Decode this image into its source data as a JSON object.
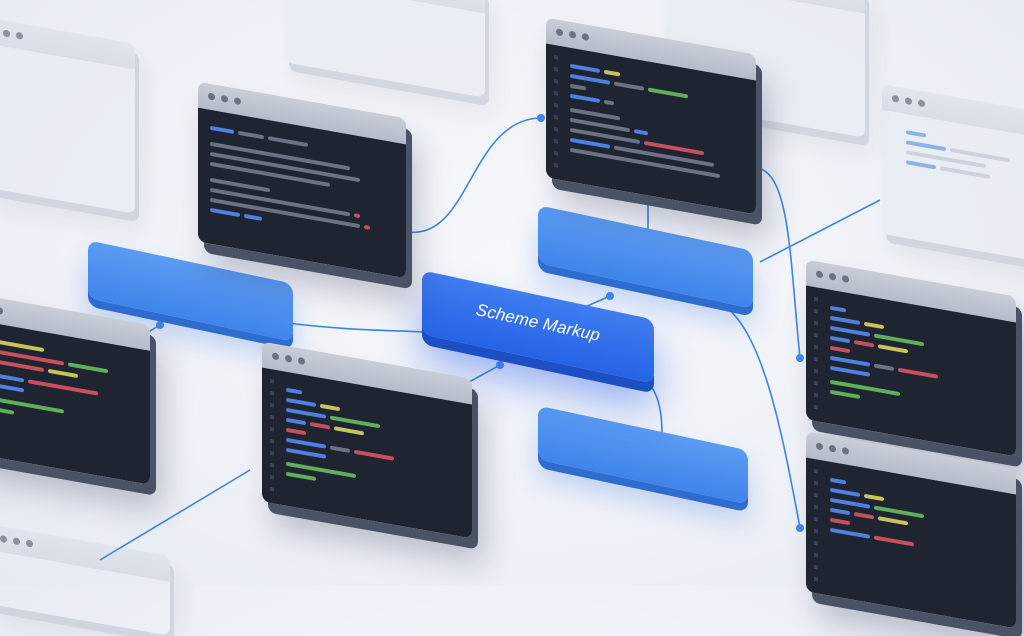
{
  "illustration": {
    "central_node": {
      "label": "Scheme Markup",
      "color": "#2563e6"
    },
    "accent_color": "#3f84ea",
    "connector_color": "#3a86e8",
    "code_window_count": 7,
    "faded_window_count": 4,
    "blue_card_count": 4
  },
  "code_colors": {
    "keyword": "#4f7fe0",
    "string": "#5fae5a",
    "number": "#c9c25a",
    "error": "#c8505c",
    "plain": "#6b7383"
  }
}
